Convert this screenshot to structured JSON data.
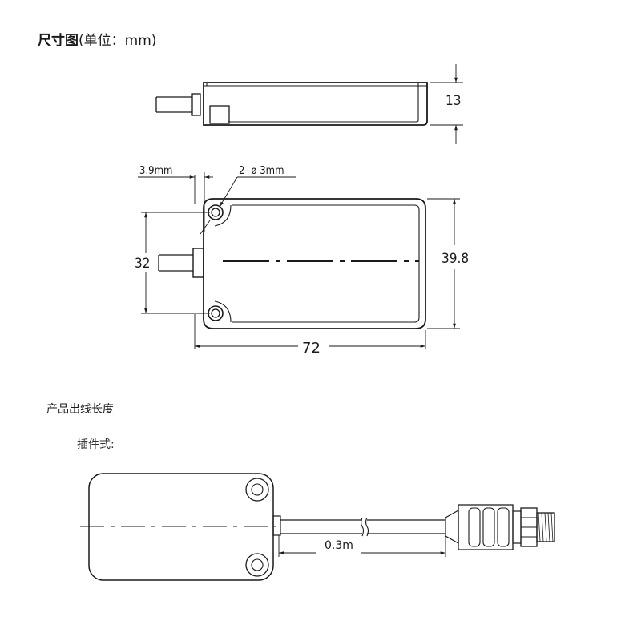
{
  "heading": {
    "bold": "尺寸图",
    "rest": "(单位：mm)"
  },
  "side_view": {
    "height_label": "13"
  },
  "top_view": {
    "hole_offset_label": "3.9mm",
    "hole_label": "2- ø 3mm",
    "hole_pitch_label": "32",
    "width_label": "39.8",
    "length_label": "72"
  },
  "cable_section": {
    "title": "产品出线长度",
    "type_label": "插件式:"
  },
  "cable_drawing": {
    "cable_length_label": "0.3m"
  }
}
